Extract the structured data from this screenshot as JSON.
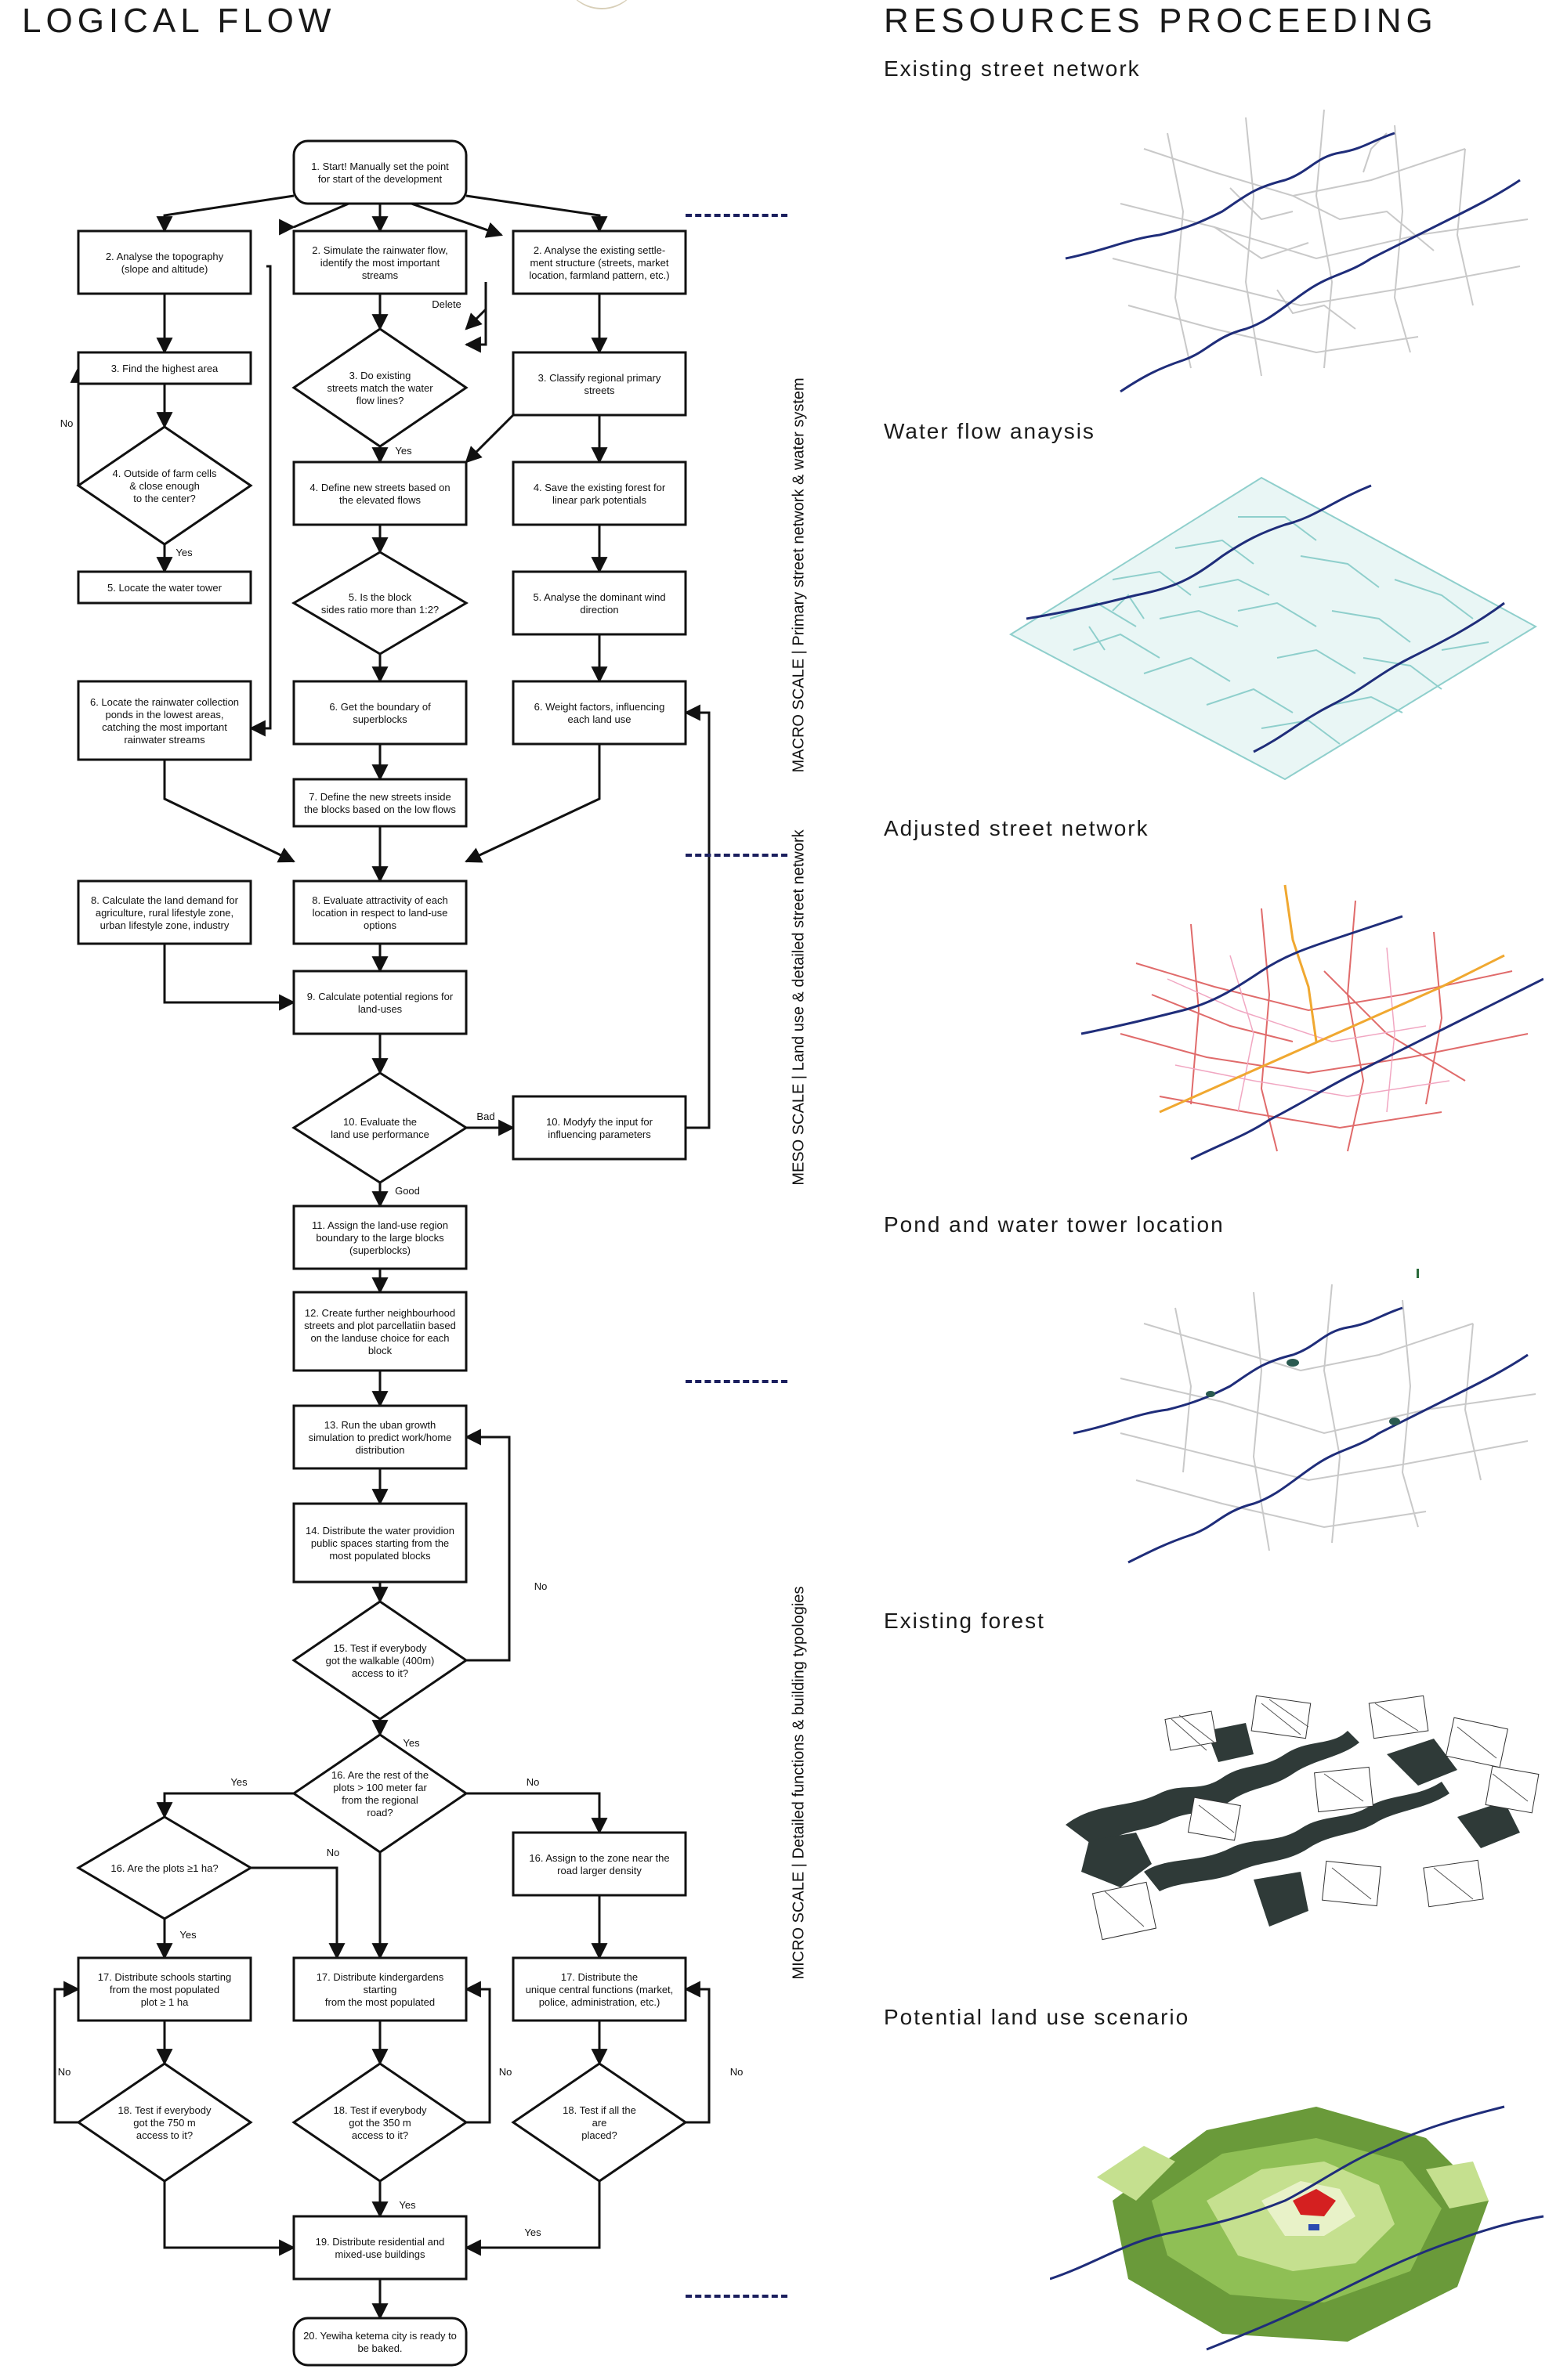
{
  "logical_flow_title": "LOGICAL FLOW",
  "resources_title": "RESOURCES PROCEEDING",
  "scale_labels": {
    "macro": "MACRO SCALE  |  Primary street network & water system",
    "meso": "MESO SCALE  |  Land use & detailed street network",
    "micro": "MICRO SCALE  |  Detailed functions & building typologies"
  },
  "panels": [
    "Existing street network",
    "Water flow anaysis",
    "Adjusted street network",
    "Pond and water tower location",
    "Existing forest",
    "Potential land use scenario"
  ],
  "flow": {
    "n1": [
      "1. Start! Manually set the point",
      "for start of the development"
    ],
    "n2a": [
      "2. Analyse the topography",
      "(slope and altitude)"
    ],
    "n2b": [
      "2. Simulate the rainwater flow,",
      "identify the most important",
      "streams"
    ],
    "n2c": [
      "2. Analyse the existing settle-",
      "ment structure (streets, market",
      "location, farmland pattern, etc.)"
    ],
    "n3a": [
      "3. Find the highest area"
    ],
    "n3b": [
      "3. Do existing",
      "streets match the water",
      "flow lines?"
    ],
    "n3c": [
      "3. Classify regional primary",
      "streets"
    ],
    "n4a": [
      "4. Outside of farm cells",
      "& close enough",
      "to the center?"
    ],
    "n4b": [
      "4. Define new streets based on",
      "the elevated flows"
    ],
    "n4c": [
      "4. Save the existing forest for",
      "linear park potentials"
    ],
    "n5a": [
      "5. Locate the water tower"
    ],
    "n5b": [
      "5. Is the block",
      "sides ratio more than 1:2?"
    ],
    "n5c": [
      "5. Analyse the dominant wind",
      "direction"
    ],
    "n6a": [
      "6. Locate the rainwater collection",
      "ponds in the lowest areas,",
      "catching the most important",
      "rainwater streams"
    ],
    "n6b": [
      "6. Get the boundary of",
      "superblocks"
    ],
    "n6c": [
      "6. Weight factors, influencing",
      "each land use"
    ],
    "n7": [
      "7. Define the new streets inside",
      "the blocks based on the low flows"
    ],
    "n8a": [
      "8. Calculate the land demand for",
      "agriculture, rural lifestyle zone,",
      "urban lifestyle zone, industry"
    ],
    "n8b": [
      "8. Evaluate attractivity of each",
      "location in respect to land-use",
      "options"
    ],
    "n9": [
      "9. Calculate potential regions for",
      "land-uses"
    ],
    "n10": [
      "10. Evaluate the",
      "land use performance"
    ],
    "n10b": [
      "10.  Modyfy  the input for",
      "influencing parameters"
    ],
    "n11": [
      "11. Assign the land-use region",
      "boundary to the large blocks",
      "(superblocks)"
    ],
    "n12": [
      "12. Create further neighbourhood",
      "streets and plot parcellatiin based",
      "on the landuse choice for each",
      "block"
    ],
    "n13": [
      "13. Run the uban growth",
      "simulation to predict work/home",
      "distribution"
    ],
    "n14": [
      "14. Distribute the water providion",
      "public spaces starting from the",
      "most populated blocks"
    ],
    "n15": [
      "15. Test if everybody",
      "got the walkable (400m)",
      "access to it?"
    ],
    "n16": [
      "16. Are the rest of the",
      "plots > 100 meter far",
      "from the regional",
      "road?"
    ],
    "n16a": [
      "16. Are the plots ≥1 ha?"
    ],
    "n16c": [
      "16. Assign to the zone near the",
      "road larger density"
    ],
    "n17a": [
      "17. Distribute schools starting",
      "from the most populated",
      "plot ≥ 1 ha"
    ],
    "n17b": [
      "17. Distribute kindergardens",
      "starting",
      "from the most populated"
    ],
    "n17c": [
      "17. Distribute the",
      "unique central functions (market,",
      "police, administration, etc.)"
    ],
    "n18a": [
      "18. Test if everybody",
      "got the 750 m",
      "access to it?"
    ],
    "n18b": [
      "18. Test if everybody",
      "got the 350 m",
      "access to it?"
    ],
    "n18c": [
      "18. Test if  all the",
      "are",
      "placed?"
    ],
    "n19": [
      "19. Distribute residential and",
      "mixed-use buildings"
    ],
    "n20": [
      "20. Yewiha ketema city is ready to",
      "be baked."
    ],
    "labels": {
      "yes": "Yes",
      "no": "No",
      "delete": "Delete",
      "bad": "Bad",
      "good": "Good"
    }
  },
  "colors": {
    "river": "#1f2d7a",
    "street_grey": "#c9c9c9",
    "water_flow": "#8fcfcc",
    "adjusted_red": "#e06b6b",
    "adjusted_orange": "#f0a830",
    "forest": "#2f3a38",
    "landuse_dark": "#6a9a3a",
    "landuse_mid": "#8fbf55",
    "landuse_light": "#c5e08f",
    "landuse_red": "#d42020",
    "dash": "#1b1f5e"
  }
}
